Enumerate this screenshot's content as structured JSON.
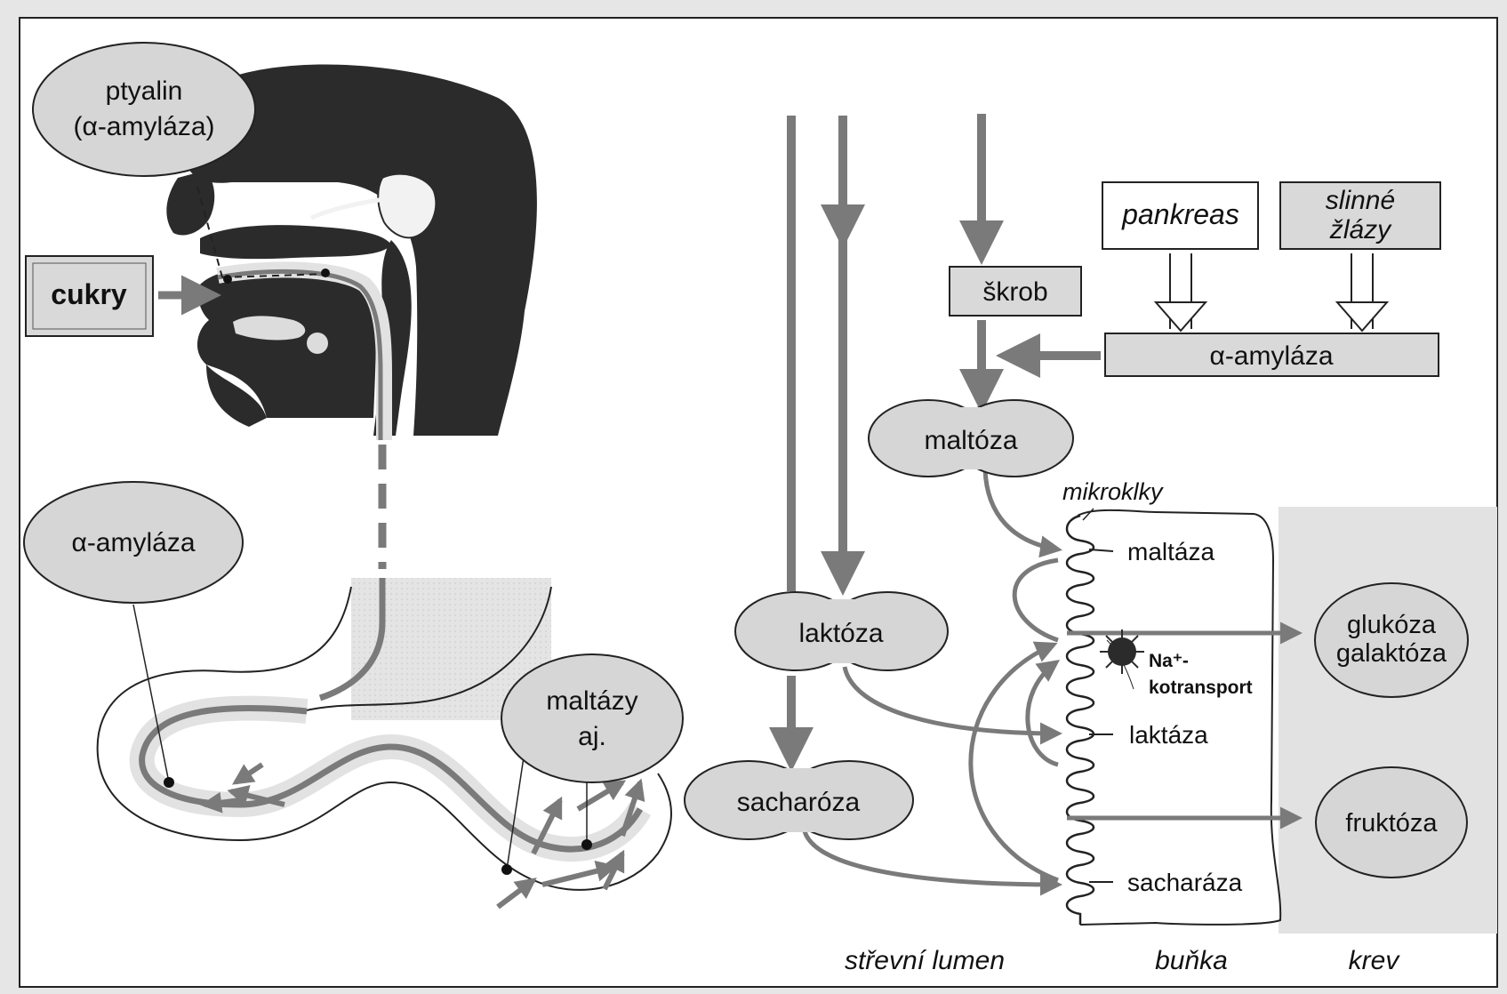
{
  "labels": {
    "ptyalin_1": "ptyalin",
    "ptyalin_2": "(α-amyláza)",
    "cukry": "cukry",
    "amylaza_stomach": "α-amyláza",
    "maltazy_1": "maltázy",
    "maltazy_2": "aj.",
    "pankreas": "pankreas",
    "slinne_1": "slinné",
    "slinne_2": "žlázy",
    "skrob": "škrob",
    "amylaza_bar": "α-amyláza",
    "maltoza": "maltóza",
    "laktoza": "laktóza",
    "sacharoza": "sacharóza",
    "mikroklky": "mikroklky",
    "maltaza": "maltáza",
    "laktaza": "laktáza",
    "sacharaza": "sacharáza",
    "na_1": "Na⁺-",
    "na_2": "kotransport",
    "glukoza_1": "glukóza",
    "glukoza_2": "galaktóza",
    "fruktoza": "fruktóza",
    "strevni_lumen": "střevní lumen",
    "bunka": "buňka",
    "krev": "krev"
  },
  "colors": {
    "background": "#e6e6e6",
    "panel": "#ffffff",
    "dark_anatomy": "#2b2b2b",
    "bubble_fill": "#d6d6d6",
    "box_fill": "#d9d9d9",
    "arrow": "#7a7a7a",
    "blood_area": "#e2e2e2",
    "text": "#111111"
  }
}
